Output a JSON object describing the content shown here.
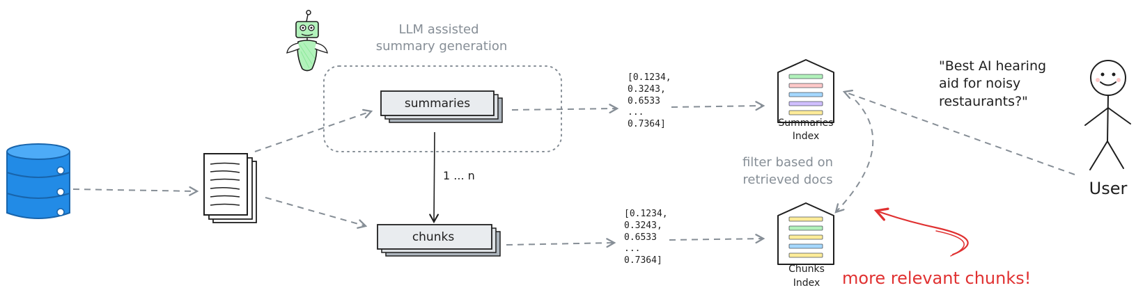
{
  "colors": {
    "ink": "#1e1e1e",
    "gray_text": "#868e96",
    "dash": "#868e96",
    "accent_red": "#e03131",
    "db_blue": "#228be6",
    "card_fill": "#e9ecef",
    "card_back": "#adb5bd",
    "robot_green": "#b2f2bb"
  },
  "icons": {
    "database": "database-icon",
    "documents": "documents-icon",
    "robot": "robot-icon",
    "index": "index-house-icon",
    "user": "stick-figure-icon"
  },
  "llm_label": [
    "LLM assisted",
    "summary generation"
  ],
  "summaries_card": "summaries",
  "chunks_card": "chunks",
  "relation_label": "1 ... n",
  "vector_top": [
    "[0.1234,",
    "0.3243,",
    "0.6533",
    "...",
    "0.7364]"
  ],
  "vector_bottom": [
    "[0.1234,",
    "0.3243,",
    "0.6533",
    "...",
    "0.7364]"
  ],
  "summaries_index": [
    "Summaries",
    "Index"
  ],
  "chunks_index": [
    "Chunks",
    "Index"
  ],
  "summaries_index_stripes": [
    "#b2f2bb",
    "#ffc9c9",
    "#a5d8ff",
    "#d0bfff",
    "#ffec99"
  ],
  "chunks_index_stripes": [
    "#ffec99",
    "#b2f2bb",
    "#ffec99",
    "#a5d8ff",
    "#ffec99"
  ],
  "filter_label": [
    "filter based on",
    "retrieved docs"
  ],
  "query": [
    "\"Best AI hearing",
    "aid for noisy",
    "restaurants?\""
  ],
  "user_label": "User",
  "highlight": "more relevant chunks!"
}
